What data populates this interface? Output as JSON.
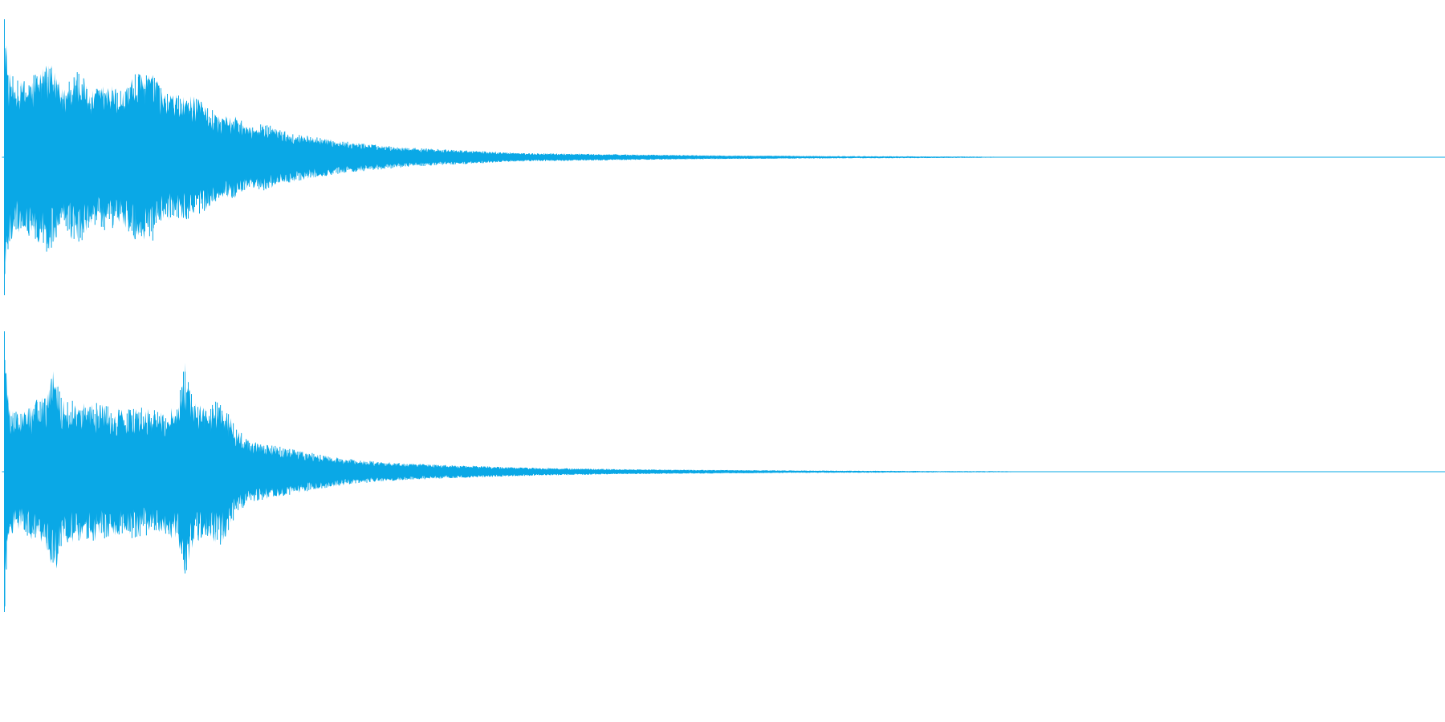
{
  "colors": {
    "waveform": "#0aa8e6",
    "axis": "#0aa8e6",
    "background": "#ffffff"
  },
  "chart_data": {
    "type": "area",
    "title": "",
    "xlabel": "",
    "ylabel": "",
    "grid": false,
    "legend": "none",
    "x_normalized_range": [
      0,
      1
    ],
    "ylim": [
      -1,
      1
    ],
    "series": [
      {
        "channel_index": 0,
        "x": [
          0,
          0.003,
          0.01,
          0.02,
          0.03,
          0.04,
          0.05,
          0.06,
          0.07,
          0.08,
          0.09,
          0.1,
          0.11,
          0.12,
          0.13,
          0.14,
          0.15,
          0.16,
          0.17,
          0.18,
          0.19,
          0.2,
          0.22,
          0.24,
          0.26,
          0.28,
          0.3,
          0.33,
          0.36,
          0.4,
          0.45,
          0.5,
          0.55,
          0.6,
          0.65,
          0.67,
          0.7,
          1
        ],
        "peak": [
          0.98,
          0.62,
          0.55,
          0.6,
          0.72,
          0.5,
          0.68,
          0.48,
          0.55,
          0.5,
          0.6,
          0.66,
          0.48,
          0.45,
          0.45,
          0.38,
          0.3,
          0.3,
          0.22,
          0.25,
          0.2,
          0.18,
          0.14,
          0.11,
          0.09,
          0.07,
          0.06,
          0.045,
          0.03,
          0.025,
          0.018,
          0.013,
          0.01,
          0.008,
          0.006,
          0.005,
          0.002,
          0.0
        ]
      },
      {
        "channel_index": 1,
        "x": [
          0,
          0.003,
          0.01,
          0.02,
          0.03,
          0.035,
          0.04,
          0.05,
          0.06,
          0.07,
          0.08,
          0.09,
          0.1,
          0.11,
          0.12,
          0.125,
          0.13,
          0.14,
          0.15,
          0.16,
          0.17,
          0.18,
          0.19,
          0.2,
          0.22,
          0.24,
          0.26,
          0.28,
          0.3,
          0.33,
          0.36,
          0.4,
          0.45,
          0.5,
          0.55,
          0.6,
          0.65,
          0.69,
          0.72,
          1
        ],
        "peak": [
          0.98,
          0.45,
          0.42,
          0.5,
          0.58,
          0.78,
          0.52,
          0.5,
          0.5,
          0.48,
          0.45,
          0.48,
          0.45,
          0.45,
          0.5,
          0.82,
          0.55,
          0.45,
          0.55,
          0.32,
          0.22,
          0.2,
          0.18,
          0.16,
          0.12,
          0.09,
          0.07,
          0.06,
          0.05,
          0.04,
          0.03,
          0.022,
          0.016,
          0.012,
          0.009,
          0.007,
          0.005,
          0.004,
          0.002,
          0.0
        ]
      }
    ]
  }
}
